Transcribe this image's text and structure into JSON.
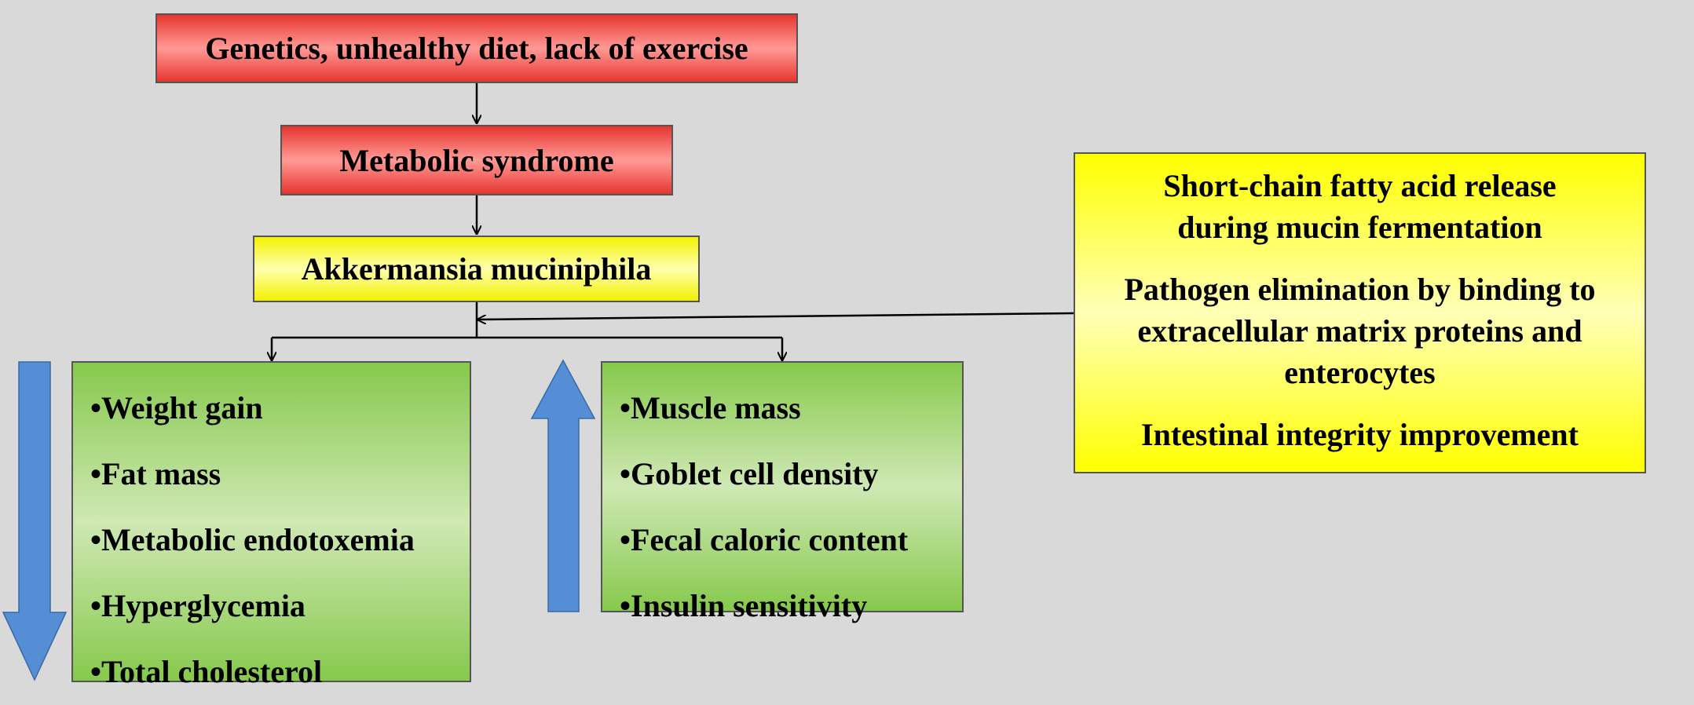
{
  "top_box": "Genetics, unhealthy diet, lack of exercise",
  "middle_box": "Metabolic syndrome",
  "akk_box": "Akkermansia muciniphila",
  "decrease_items": [
    "•Weight gain",
    "•Fat mass",
    "•Metabolic endotoxemia",
    "•Hyperglycemia",
    "•Total cholesterol"
  ],
  "increase_items": [
    "•Muscle mass",
    "•Goblet cell density",
    "•Fecal caloric content",
    "•Insulin sensitivity"
  ],
  "mechanisms": [
    "Short-chain fatty acid release during mucin fermentation",
    "Pathogen elimination by binding to extracellular matrix proteins and enterocytes",
    "Intestinal integrity improvement"
  ],
  "colors": {
    "red": "#e8352f",
    "yellow": "#ffff00",
    "green": "#86c94c",
    "arrow_blue": "#558ed5",
    "background": "#d9d9d9"
  }
}
